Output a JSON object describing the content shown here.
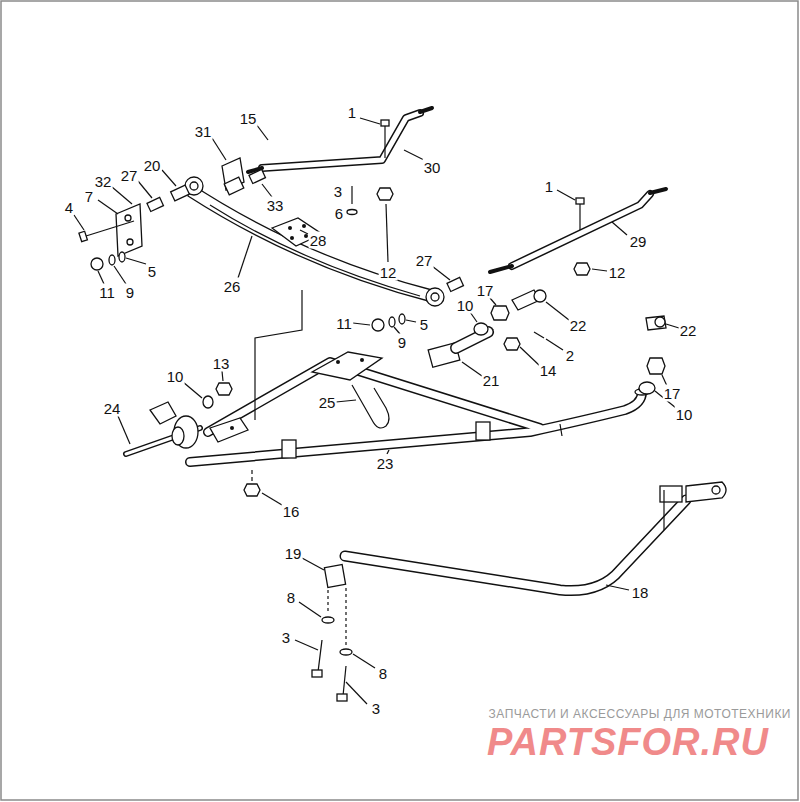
{
  "diagram": {
    "labels": [
      "1",
      "15",
      "31",
      "20",
      "30",
      "27",
      "32",
      "1",
      "3",
      "7",
      "33",
      "4",
      "6",
      "28",
      "29",
      "27",
      "5",
      "12",
      "12",
      "26",
      "17",
      "9",
      "11",
      "10",
      "11",
      "5",
      "22",
      "22",
      "9",
      "2",
      "13",
      "14",
      "10",
      "21",
      "17",
      "25",
      "24",
      "10",
      "23",
      "16",
      "19",
      "18",
      "8",
      "3",
      "8",
      "3",
      "ЗАПЧАСТИ И АКСЕССУАРЫ ДЛЯ МОТОТЕХНИКИ",
      "PARTSFOR.RU"
    ]
  }
}
